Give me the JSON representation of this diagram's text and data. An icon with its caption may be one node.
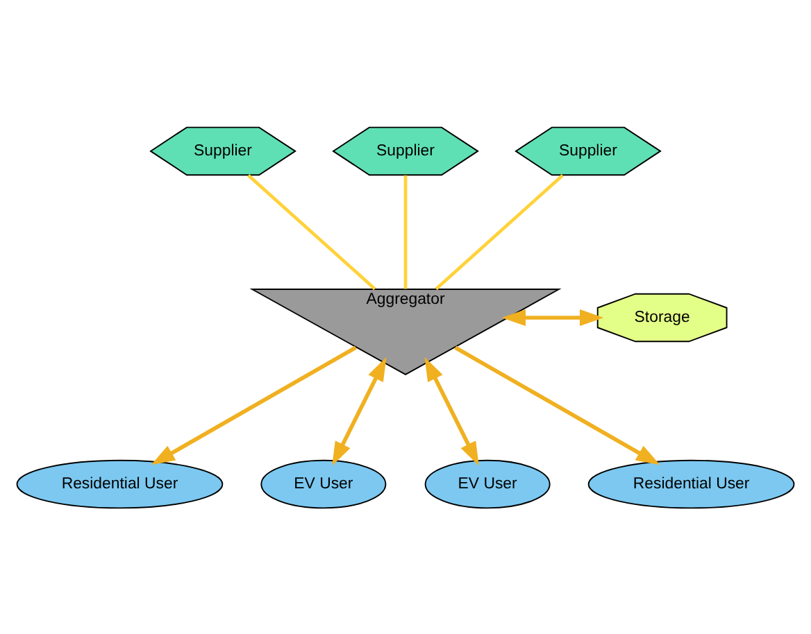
{
  "diagram": {
    "nodes": [
      {
        "text": [
          "Supplier"
        ]
      },
      {
        "text": [
          "Supplier"
        ]
      },
      {
        "text": [
          "Supplier"
        ]
      },
      {
        "text": [
          "Aggregator"
        ]
      },
      {
        "text": [
          "Storage"
        ]
      },
      {
        "text": [
          "Residential User"
        ]
      },
      {
        "text": [
          "EV User"
        ]
      },
      {
        "text": [
          "EV User"
        ]
      },
      {
        "text": [
          "Residential User"
        ]
      }
    ],
    "edges": [
      {
        "from": 0,
        "to": 3,
        "arrow": "none"
      },
      {
        "from": 1,
        "to": 3,
        "arrow": "none"
      },
      {
        "from": 2,
        "to": 3,
        "arrow": "none"
      },
      {
        "from": 3,
        "to": 4,
        "arrow": "both"
      },
      {
        "from": 3,
        "to": 5,
        "arrow": "to"
      },
      {
        "from": 3,
        "to": 6,
        "arrow": "both"
      },
      {
        "from": 3,
        "to": 7,
        "arrow": "both"
      },
      {
        "from": 3,
        "to": 8,
        "arrow": "to"
      }
    ]
  }
}
